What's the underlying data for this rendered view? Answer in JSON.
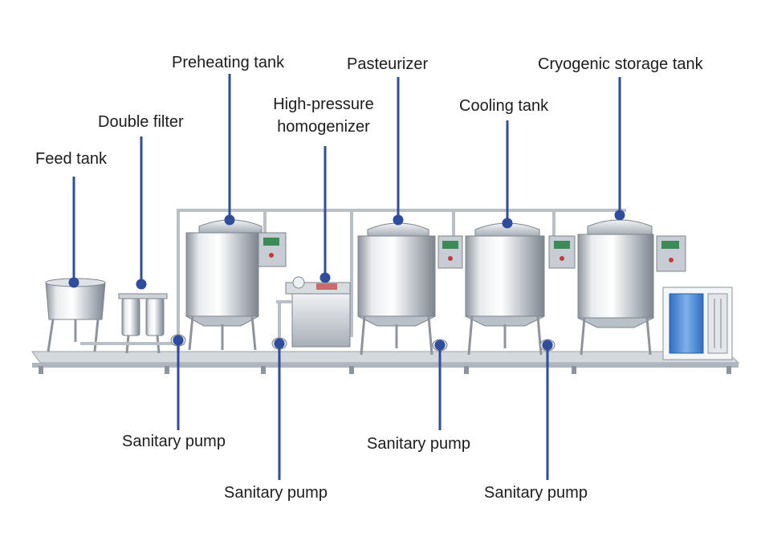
{
  "labels": {
    "feed_tank": "Feed tank",
    "double_filter": "Double filter",
    "preheating_tank": "Preheating tank",
    "homogenizer_line1": "High-pressure",
    "homogenizer_line2": "homogenizer",
    "pasteurizer": "Pasteurizer",
    "cooling_tank": "Cooling tank",
    "cryogenic_storage_tank": "Cryogenic storage tank",
    "sanitary_pump_1": "Sanitary pump",
    "sanitary_pump_2": "Sanitary pump",
    "sanitary_pump_3": "Sanitary pump",
    "sanitary_pump_4": "Sanitary pump"
  },
  "colors": {
    "leader_line": "#2f4d9c",
    "leader_dot": "#2f4d9c",
    "steel_light": "#eef1f4",
    "steel_mid": "#b9c0c8",
    "steel_dark": "#7c848d",
    "label_text": "#1c1c1c",
    "control_panel_screen": "#3c8a5a",
    "condenser_fins": "#3b78c9"
  }
}
